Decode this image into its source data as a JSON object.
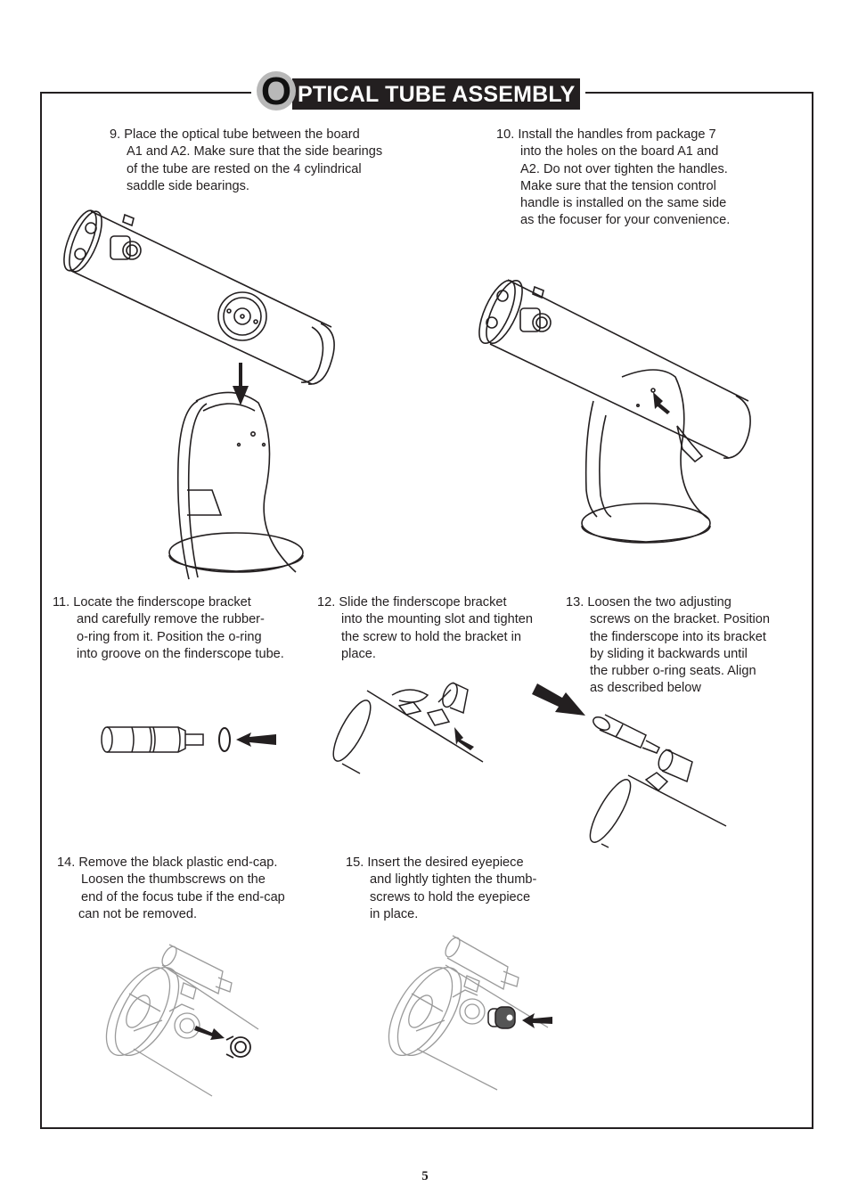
{
  "section": {
    "title_initial": "O",
    "title_rest": "PTICAL TUBE ASSEMBLY"
  },
  "steps": [
    {
      "number": "9.",
      "lines": [
        "Place the optical tube between the board",
        "A1 and A2. Make sure that the side bearings",
        "of the tube are rested on the 4 cylindrical",
        "saddle side bearings."
      ]
    },
    {
      "number": "10.",
      "lines": [
        "Install the handles from package 7",
        "into the holes on the board A1 and",
        "A2. Do not over tighten the handles.",
        "Make sure that the tension control",
        "handle is installed on the same side",
        "as the focuser for your convenience."
      ]
    },
    {
      "number": "11.",
      "lines": [
        "Locate the finderscope bracket",
        "and carefully remove the rubber-",
        "o-ring from it. Position the o-ring",
        "into groove on the finderscope tube."
      ]
    },
    {
      "number": "12.",
      "lines": [
        "Slide the finderscope bracket",
        "into the mounting slot and tighten",
        "the screw to hold the bracket in",
        "place."
      ]
    },
    {
      "number": "13.",
      "lines": [
        "Loosen the two adjusting",
        "screws on the bracket. Position",
        "the finderscope into its bracket",
        "by sliding it backwards until",
        "the rubber o-ring seats. Align",
        "as described below"
      ]
    },
    {
      "number": "14.",
      "lines": [
        "Remove the black plastic end-cap.",
        "Loosen the thumbscrews on the",
        "end of the focus tube if the end-cap",
        "can not be removed."
      ]
    },
    {
      "number": "15.",
      "lines": [
        "Insert the desired eyepiece",
        "and lightly tighten the thumb-",
        "screws to hold the eyepiece",
        "in place."
      ]
    }
  ],
  "illustrations": [
    {
      "id": "step9",
      "depicts": "optical tube lowered onto dobsonian base with down arrow"
    },
    {
      "id": "step10",
      "depicts": "tube mounted on base, tension handle inserted with arrow"
    },
    {
      "id": "step11",
      "depicts": "finderscope tube with o-ring and left arrow"
    },
    {
      "id": "step12",
      "depicts": "finderscope bracket sliding into mounting slot with arrows"
    },
    {
      "id": "step13",
      "depicts": "finderscope sliding into bracket with large arrow"
    },
    {
      "id": "step14",
      "depicts": "end-cap removed from focuser with arrow"
    },
    {
      "id": "step15",
      "depicts": "eyepiece inserted into focuser with arrow"
    }
  ],
  "footer": {
    "page_number": "5"
  },
  "colors": {
    "ink": "#231f20",
    "title_circle": "#b8b8b8",
    "faded_line": "#9a9a9a"
  }
}
